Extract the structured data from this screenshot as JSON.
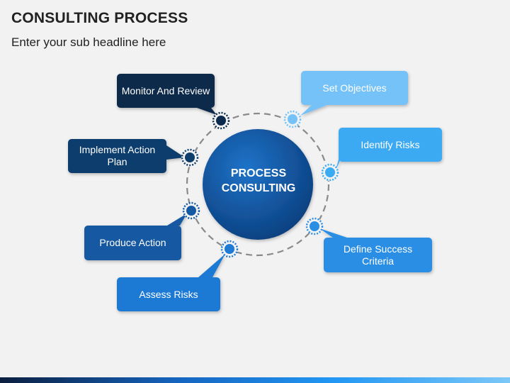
{
  "header": {
    "title": "CONSULTING PROCESS",
    "subtitle": "Enter your sub headline here"
  },
  "center": {
    "line1": "PROCESS",
    "line2": "CONSULTING",
    "color": "#0d4a8f"
  },
  "steps": [
    {
      "id": "monitor-and-review",
      "label": "Monitor And Review",
      "color": "#0b2a4c"
    },
    {
      "id": "set-objectives",
      "label": "Set Objectives",
      "color": "#74c2f8"
    },
    {
      "id": "identify-risks",
      "label": "Identify Risks",
      "color": "#3aaaf2"
    },
    {
      "id": "define-success-criteria",
      "label": "Define Success Criteria",
      "color": "#2b8ee5"
    },
    {
      "id": "assess-risks",
      "label": "Assess Risks",
      "color": "#1e7ad4"
    },
    {
      "id": "produce-action",
      "label": "Produce Action",
      "color": "#1459a1"
    },
    {
      "id": "implement-action-plan",
      "label": "Implement Action Plan",
      "color": "#0e3d6c"
    }
  ],
  "colors": {
    "background": "#f2f2f2",
    "ring": "#8a8a8a"
  }
}
